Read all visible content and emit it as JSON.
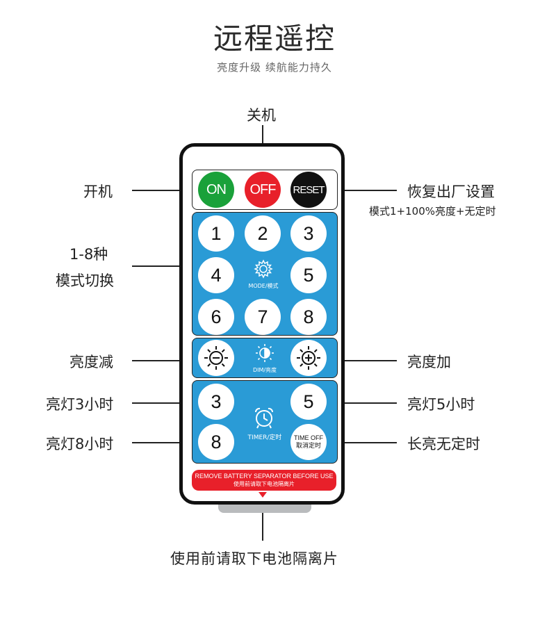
{
  "title": "远程遥控",
  "subtitle": "亮度升级  续航能力持久",
  "callouts": {
    "power_off": "关机",
    "power_on": "开机",
    "reset": "恢复出厂设置",
    "reset_note": "模式1+100%亮度+无定时",
    "modes_line1": "1-8种",
    "modes_line2": "模式切换",
    "dim_down": "亮度减",
    "dim_up": "亮度加",
    "timer3": "亮灯3小时",
    "timer5": "亮灯5小时",
    "timer8": "亮灯8小时",
    "timer_off": "长亮无定时",
    "separator": "使用前请取下电池隔离片"
  },
  "remote": {
    "on_label": "ON",
    "off_label": "OFF",
    "reset_label": "RESET",
    "mode_buttons": [
      "1",
      "2",
      "3",
      "4",
      "5",
      "6",
      "7",
      "8"
    ],
    "mode_label": "MODE/模式",
    "dim_label": "DIM/亮度",
    "timer_label": "TIMER/定时",
    "timer_buttons": [
      "3",
      "5",
      "8"
    ],
    "timer_off_line1": "TIME OFF",
    "timer_off_line2": "取消定时",
    "warning_line1": "REMOVE BATTERY SEPARATOR BEFORE USE",
    "warning_line2": "使用前请取下电池隔离片"
  },
  "colors": {
    "panel_blue": "#2a9bd6",
    "on_green": "#1aa13a",
    "off_red": "#e8202a",
    "reset_black": "#111111",
    "separator_gray": "#b9bbbd"
  },
  "icons": [
    "gear-icon",
    "brightness-down-icon",
    "brightness-half-icon",
    "brightness-up-icon",
    "alarm-clock-icon"
  ]
}
